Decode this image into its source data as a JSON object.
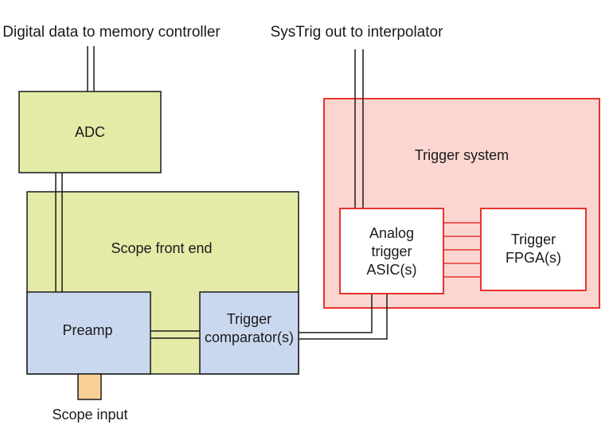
{
  "labels": {
    "digital_data": "Digital data to memory controller",
    "systrig": "SysTrig out to interpolator",
    "adc": "ADC",
    "front_end": "Scope front end",
    "preamp": "Preamp",
    "trigger_comparator_line1": "Trigger",
    "trigger_comparator_line2": "comparator(s)",
    "trigger_system": "Trigger system",
    "analog_trigger_line1": "Analog",
    "analog_trigger_line2": "trigger",
    "analog_trigger_line3": "ASIC(s)",
    "trigger_fpga_line1": "Trigger",
    "trigger_fpga_line2": "FPGA(s)",
    "scope_input": "Scope input"
  },
  "colors": {
    "green_fill": "#e4eba7",
    "blue_fill": "#cad8ef",
    "red_fill": "#fbd6d1",
    "red_stroke": "#e8332d",
    "connector_fill": "#f8cf97",
    "line": "#1a1a1a"
  }
}
